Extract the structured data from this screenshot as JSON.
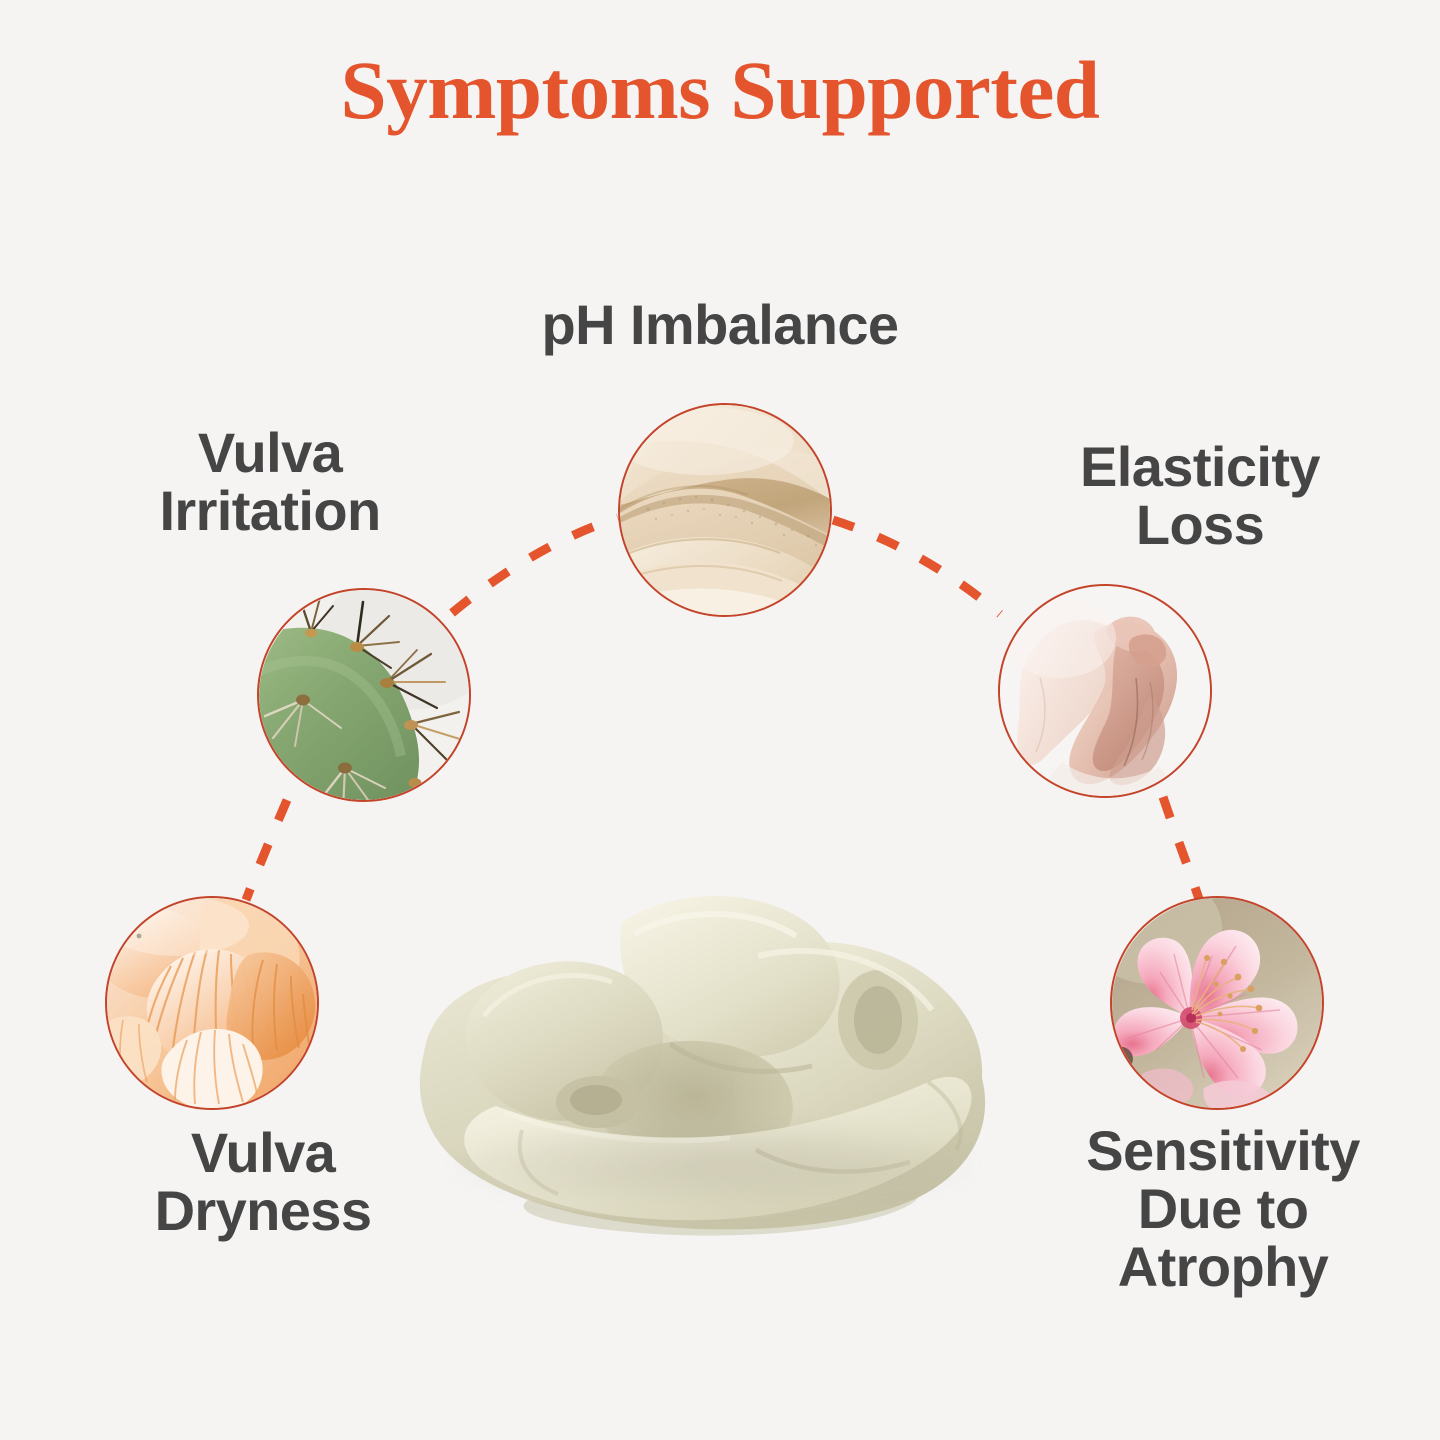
{
  "page": {
    "background_color": "#F5F4F3",
    "accent_color": "#E4552E",
    "ring_color": "#C4442A",
    "label_color": "#454545"
  },
  "header": {
    "title": "Symptoms Supported"
  },
  "diagram": {
    "center_product": {
      "name": "cream-swirl",
      "color": "#D8D5BE"
    },
    "nodes": [
      {
        "id": "ph-imbalance",
        "label": "pH Imbalance",
        "icon": "sand-dunes-image",
        "position": "top-center"
      },
      {
        "id": "vulva-irritation",
        "label": "Vulva\nIrritation",
        "icon": "cactus-image",
        "position": "upper-left"
      },
      {
        "id": "elasticity-loss",
        "label": "Elasticity\nLoss",
        "icon": "pink-flower-image",
        "position": "upper-right"
      },
      {
        "id": "vulva-dryness",
        "label": "Vulva\nDryness",
        "icon": "coral-mushroom-image",
        "position": "lower-left"
      },
      {
        "id": "sensitivity-atrophy",
        "label": "Sensitivity\nDue to\nAtrophy",
        "icon": "cherry-blossom-image",
        "position": "lower-right"
      }
    ],
    "connectors": [
      {
        "from": "vulva-irritation",
        "to": "ph-imbalance",
        "style": "dashed"
      },
      {
        "from": "ph-imbalance",
        "to": "elasticity-loss",
        "style": "dashed"
      },
      {
        "from": "vulva-irritation",
        "to": "vulva-dryness",
        "style": "dashed"
      },
      {
        "from": "elasticity-loss",
        "to": "sensitivity-atrophy",
        "style": "dashed"
      }
    ]
  }
}
